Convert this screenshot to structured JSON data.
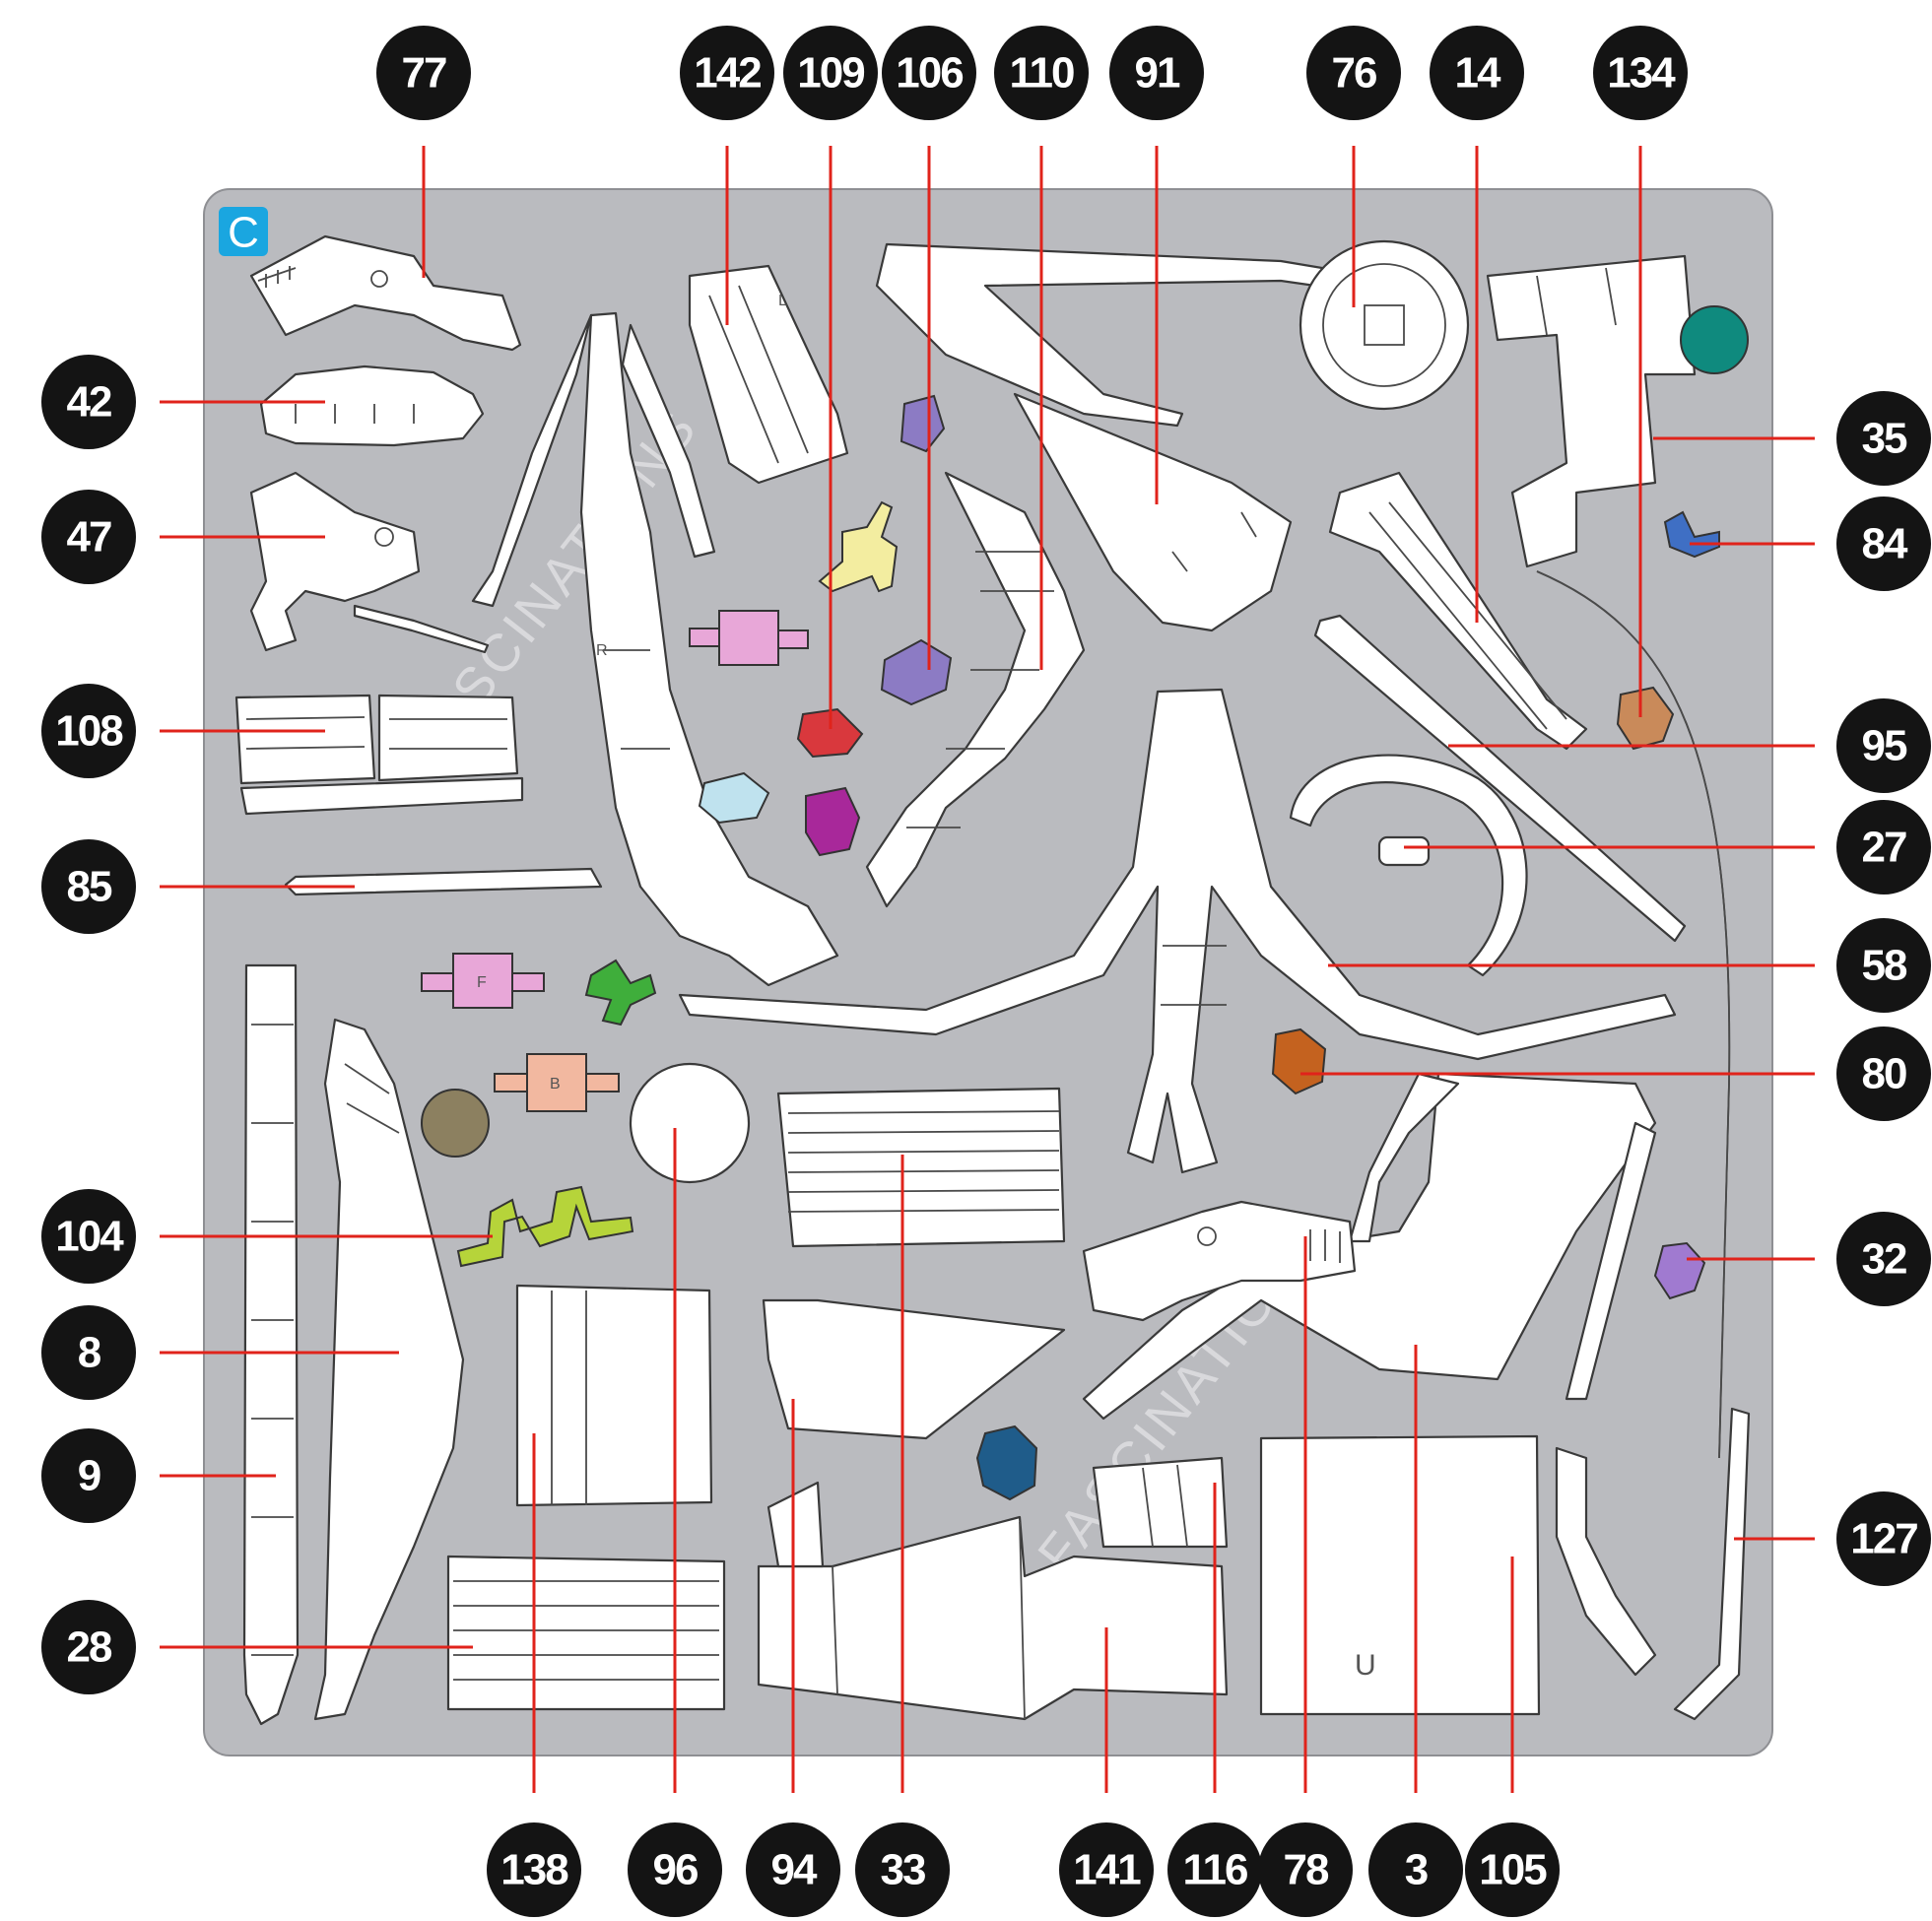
{
  "sheet": {
    "letter": "C",
    "watermark": "FASCINATIONS",
    "colors": {
      "sheet": "#babbbf",
      "letter_tag": "#1aa6e0",
      "leader": "#e0231b",
      "badge": "#141414"
    }
  },
  "part_labels": {
    "top": [
      "77",
      "142",
      "109",
      "106",
      "110",
      "91",
      "76",
      "14",
      "134"
    ],
    "left": [
      "42",
      "47",
      "108",
      "85",
      "104",
      "8",
      "9",
      "28"
    ],
    "right": [
      "35",
      "84",
      "95",
      "27",
      "58",
      "80",
      "32",
      "127"
    ],
    "bottom": [
      "138",
      "96",
      "94",
      "33",
      "141",
      "116",
      "78",
      "3",
      "105"
    ]
  },
  "colored_pieces": {
    "teal": "#0f8a7e",
    "purple": "#8c7bc4",
    "blue": "#3f6fc4",
    "tan": "#c98a5a",
    "orange": "#c4621f",
    "lilac": "#a07ad0",
    "red": "#d9383d",
    "light_blue": "#bfe2ee",
    "magenta": "#a8289a",
    "yellow": "#f3eda0",
    "pink": "#e8a7d8",
    "green": "#3fae3b",
    "peach": "#f2b8a0",
    "olive": "#8c8060",
    "lime": "#b6d43a",
    "navy": "#1f5c8a"
  },
  "piece_markings": {
    "L": "L",
    "R": "R",
    "F": "F",
    "B": "B",
    "U": "U"
  }
}
